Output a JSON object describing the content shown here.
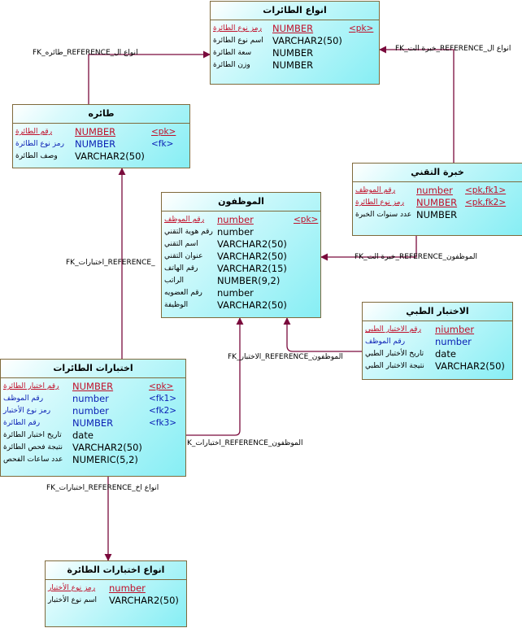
{
  "colors": {
    "line": "#7a0a3c",
    "pk": "#c0102a",
    "fk": "#0a1fb4",
    "border": "#7f6a3c"
  },
  "entities": {
    "aircraft_types": {
      "title": "انواع الطائرات",
      "columns": [
        {
          "name": "رمز نوع الطائرة",
          "type": "NUMBER",
          "key": "<pk>",
          "kind": "pk"
        },
        {
          "name": "اسم نوع الطائرة",
          "type": "VARCHAR2(50)",
          "key": "",
          "kind": "plain"
        },
        {
          "name": "سعة الطائرة",
          "type": "NUMBER",
          "key": "",
          "kind": "plain"
        },
        {
          "name": "وزن الطائرة",
          "type": "NUMBER",
          "key": "",
          "kind": "plain"
        }
      ]
    },
    "aircraft": {
      "title": "طائره",
      "columns": [
        {
          "name": "رقم الطائرة",
          "type": "NUMBER",
          "key": "<pk>",
          "kind": "pk"
        },
        {
          "name": "رمز نوع الطائرة",
          "type": "NUMBER",
          "key": "<fk>",
          "kind": "fk"
        },
        {
          "name": "وصف الطائرة",
          "type": "VARCHAR2(50)",
          "key": "",
          "kind": "plain"
        }
      ]
    },
    "technician_experience": {
      "title": "خبرة التقني",
      "columns": [
        {
          "name": "رقم الموظف",
          "type": "number",
          "key": "<pk,fk1>",
          "kind": "pk"
        },
        {
          "name": "رمز نوع الطائرة",
          "type": "NUMBER",
          "key": "<pk,fk2>",
          "kind": "pk"
        },
        {
          "name": "عدد سنوات الخبرة",
          "type": "NUMBER",
          "key": "",
          "kind": "plain"
        }
      ]
    },
    "employees": {
      "title": "الموظفون",
      "columns": [
        {
          "name": "رقم الموظف",
          "type": "number",
          "key": "<pk>",
          "kind": "pk"
        },
        {
          "name": "رقم هوية التقني",
          "type": "number",
          "key": "",
          "kind": "plain"
        },
        {
          "name": "اسم التقني",
          "type": "VARCHAR2(50)",
          "key": "",
          "kind": "plain"
        },
        {
          "name": "عنوان التقني",
          "type": "VARCHAR2(50)",
          "key": "",
          "kind": "plain"
        },
        {
          "name": "رقم الهاتف",
          "type": "VARCHAR2(15)",
          "key": "",
          "kind": "plain"
        },
        {
          "name": "الراتب",
          "type": "NUMBER(9,2)",
          "key": "",
          "kind": "plain"
        },
        {
          "name": "رقم العضويه",
          "type": "number",
          "key": "",
          "kind": "plain"
        },
        {
          "name": "الوظيفة",
          "type": "VARCHAR2(50)",
          "key": "",
          "kind": "plain"
        }
      ]
    },
    "medical_test": {
      "title": "الاختبار الطبي",
      "columns": [
        {
          "name": "رقم الاختبار الطبي",
          "type": "niumber",
          "key": "",
          "kind": "pk"
        },
        {
          "name": "رقم الموظف",
          "type": "number",
          "key": "",
          "kind": "fk"
        },
        {
          "name": "تاريخ الأختبار الطبي",
          "type": "date",
          "key": "",
          "kind": "plain"
        },
        {
          "name": "نتيجة الاختبار الطبي",
          "type": "VARCHAR2(50)",
          "key": "",
          "kind": "plain"
        }
      ]
    },
    "aircraft_tests": {
      "title": "اختبارات الطائرات",
      "columns": [
        {
          "name": "رقم اختبار الطائرة",
          "type": "NUMBER",
          "key": "<pk>",
          "kind": "pk"
        },
        {
          "name": "رقم الموظف",
          "type": "number",
          "key": "<fk1>",
          "kind": "fk"
        },
        {
          "name": "رمز نوع الأختبار",
          "type": "number",
          "key": "<fk2>",
          "kind": "fk"
        },
        {
          "name": "رقم الطائرة",
          "type": "NUMBER",
          "key": "<fk3>",
          "kind": "fk"
        },
        {
          "name": "تاريخ اختبار الطائرة",
          "type": "date",
          "key": "",
          "kind": "plain"
        },
        {
          "name": "نتيجة فحص الطائرة",
          "type": "VARCHAR2(50)",
          "key": "",
          "kind": "plain"
        },
        {
          "name": "عدد ساعات الفحص",
          "type": "NUMERIC(5,2)",
          "key": "",
          "kind": "plain"
        }
      ]
    },
    "aircraft_test_types": {
      "title": "انواع اختبارات الطائرة",
      "columns": [
        {
          "name": "رمز نوع الأختبار",
          "type": "number",
          "key": "",
          "kind": "pk"
        },
        {
          "name": "اسم نوع الأختبار",
          "type": "VARCHAR2(50)",
          "key": "",
          "kind": "plain"
        }
      ]
    }
  },
  "relationships": [
    {
      "id": "aircraft-to-types",
      "label": "FK_طائره_REFERENCE_انواع ال",
      "from": "aircraft",
      "to": "aircraft_types"
    },
    {
      "id": "experience-to-types",
      "label": "FK_خبرة الت_REFERENCE_انواع ال",
      "from": "technician_experience",
      "to": "aircraft_types"
    },
    {
      "id": "experience-to-employees",
      "label": "FK_خبرة الت_REFERENCE_الموظفون",
      "from": "technician_experience",
      "to": "employees"
    },
    {
      "id": "tests-to-aircraft",
      "label": "FK_اختبارات_REFERENCE_",
      "from": "aircraft_tests",
      "to": "aircraft"
    },
    {
      "id": "medical-to-employees",
      "label": "FK_الاختبار_REFERENCE_الموظفون",
      "from": "medical_test",
      "to": "employees"
    },
    {
      "id": "tests-to-employees",
      "label": "K_اختبارات_REFERENCE_الموظفون",
      "from": "aircraft_tests",
      "to": "employees"
    },
    {
      "id": "tests-to-test-types",
      "label": "FK_اختبارات_REFERENCE_انواع اخ",
      "from": "aircraft_tests",
      "to": "aircraft_test_types"
    }
  ]
}
